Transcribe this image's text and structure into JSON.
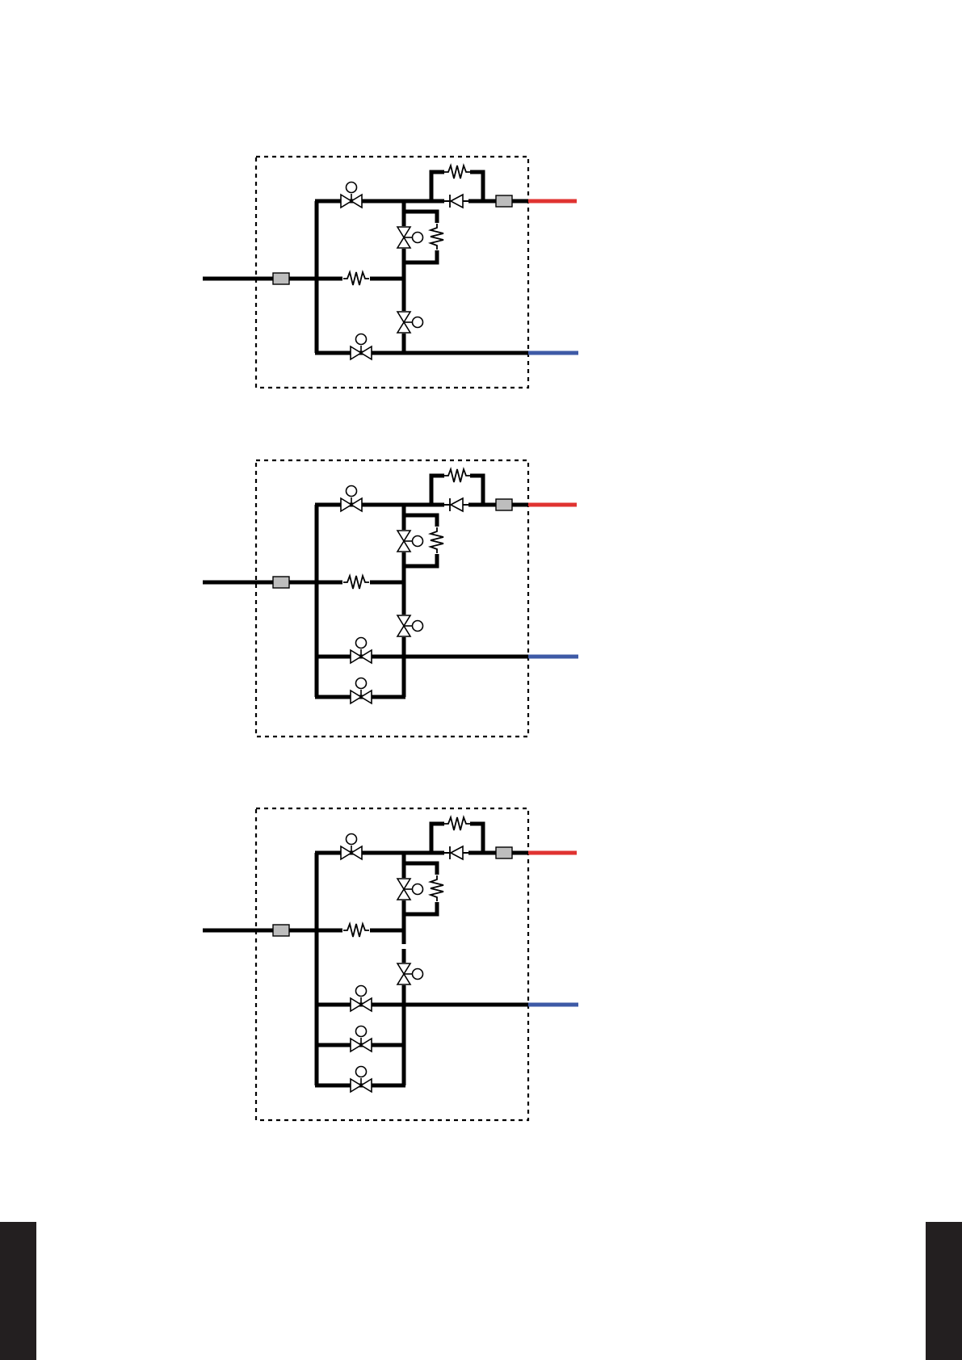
{
  "page": {
    "background": "#ffffff"
  },
  "colors": {
    "line": "#000000",
    "hot_line": "#e03331",
    "cold_line": "#3e5aa6",
    "connector_fill": "#bdbdbd",
    "page_tab": "#231f20"
  },
  "diagrams": [
    {
      "id": "diagram-1",
      "bottom_branch_valves": 1
    },
    {
      "id": "diagram-2",
      "bottom_branch_valves": 2
    },
    {
      "id": "diagram-3",
      "bottom_branch_valves": 3
    }
  ],
  "page_tabs": [
    "left",
    "right"
  ]
}
